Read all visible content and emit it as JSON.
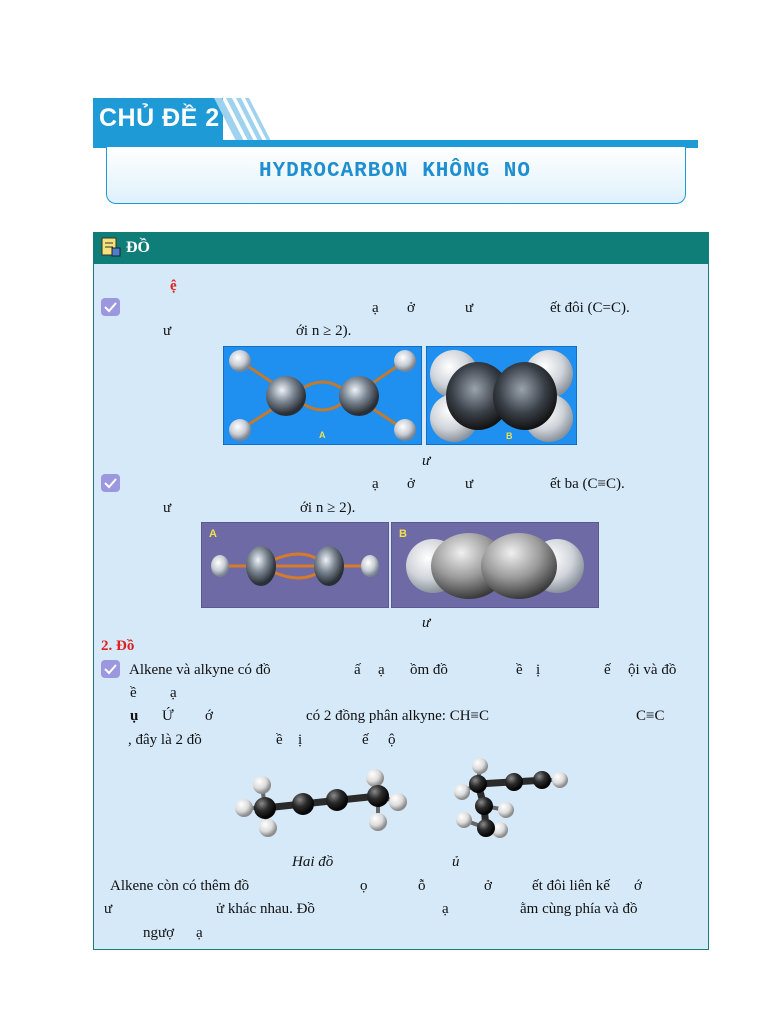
{
  "header": {
    "topic_label": "CHỦ ĐỀ 2",
    "title": "HYDROCARBON KHÔNG NO"
  },
  "panel": {
    "heading": "ĐỒ",
    "section1_mark": "ệ",
    "alkene_line1": [
      "ạ",
      "ở",
      "ư",
      "ết đôi (C=C)."
    ],
    "alkene_line2": [
      "ư",
      "ới n ≥ 2)."
    ],
    "image_labels_ethene": [
      "A",
      "B"
    ],
    "caption_ethene": "ư",
    "alkyne_line1": [
      "ạ",
      "ở",
      "ư",
      "ết ba (C≡C)."
    ],
    "alkyne_line2": [
      "ư",
      "ới n ≥ 2)."
    ],
    "image_labels_ethyne": [
      "A",
      "B"
    ],
    "caption_ethyne": "ư",
    "section2_title": "2. Đồ",
    "isomer_line1": [
      "Alkene và alkyne có đồ",
      "ấ",
      "ạ",
      "ồm đồ",
      "ề",
      "ị",
      "ế",
      "ội và đồ"
    ],
    "isomer_line2": [
      "ề",
      "ạ"
    ],
    "example_line": [
      "ụ",
      "Ứ",
      "ớ",
      "có 2 đồng phân alkyne: CH≡C",
      "C≡C"
    ],
    "example_line2": [
      ", đây là 2 đồ",
      "ề",
      "ị",
      "ế",
      "ộ"
    ],
    "caption_butyne": [
      "Hai đồ",
      "ủ"
    ],
    "geo_line1": [
      "Alkene còn có thêm đồ",
      "ọ",
      "ỗ",
      "ở",
      "ết đôi liên kế",
      "ớ"
    ],
    "geo_line2": [
      "ư",
      "ử khác nhau. Đồ",
      "ạ",
      "ằm cùng phía và đồ"
    ],
    "geo_line3": [
      "ngượ",
      "ạ"
    ]
  }
}
